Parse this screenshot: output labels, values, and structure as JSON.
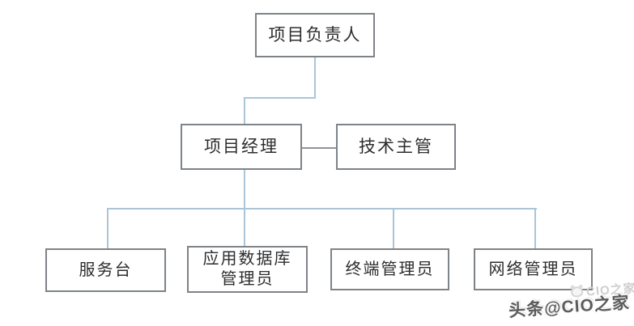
{
  "diagram": {
    "type": "org-chart",
    "nodes": [
      {
        "id": "project-leader",
        "label": "项目负责人"
      },
      {
        "id": "project-manager",
        "label": "项目经理"
      },
      {
        "id": "tech-supervisor",
        "label": "技术主管"
      },
      {
        "id": "service-desk",
        "label": "服务台"
      },
      {
        "id": "app-db-admin",
        "label": "应用数据库\n管理员"
      },
      {
        "id": "terminal-admin",
        "label": "终端管理员"
      },
      {
        "id": "network-admin",
        "label": "网络管理员"
      }
    ],
    "edges": [
      {
        "from": "project-leader",
        "to": "project-manager"
      },
      {
        "from": "project-manager",
        "to": "tech-supervisor"
      },
      {
        "from": "project-manager",
        "to": "service-desk"
      },
      {
        "from": "project-manager",
        "to": "app-db-admin"
      },
      {
        "from": "project-manager",
        "to": "terminal-admin"
      },
      {
        "from": "project-manager",
        "to": "network-admin"
      }
    ],
    "colors": {
      "box_border": "#7e8388",
      "connector_blue": "#abc5d8",
      "connector_gray": "#90959a",
      "text": "#2d2d2d",
      "background": "#ffffff"
    }
  },
  "watermark": {
    "ghost_text": "CIO之家",
    "main_text": "头条@CIO之家"
  }
}
